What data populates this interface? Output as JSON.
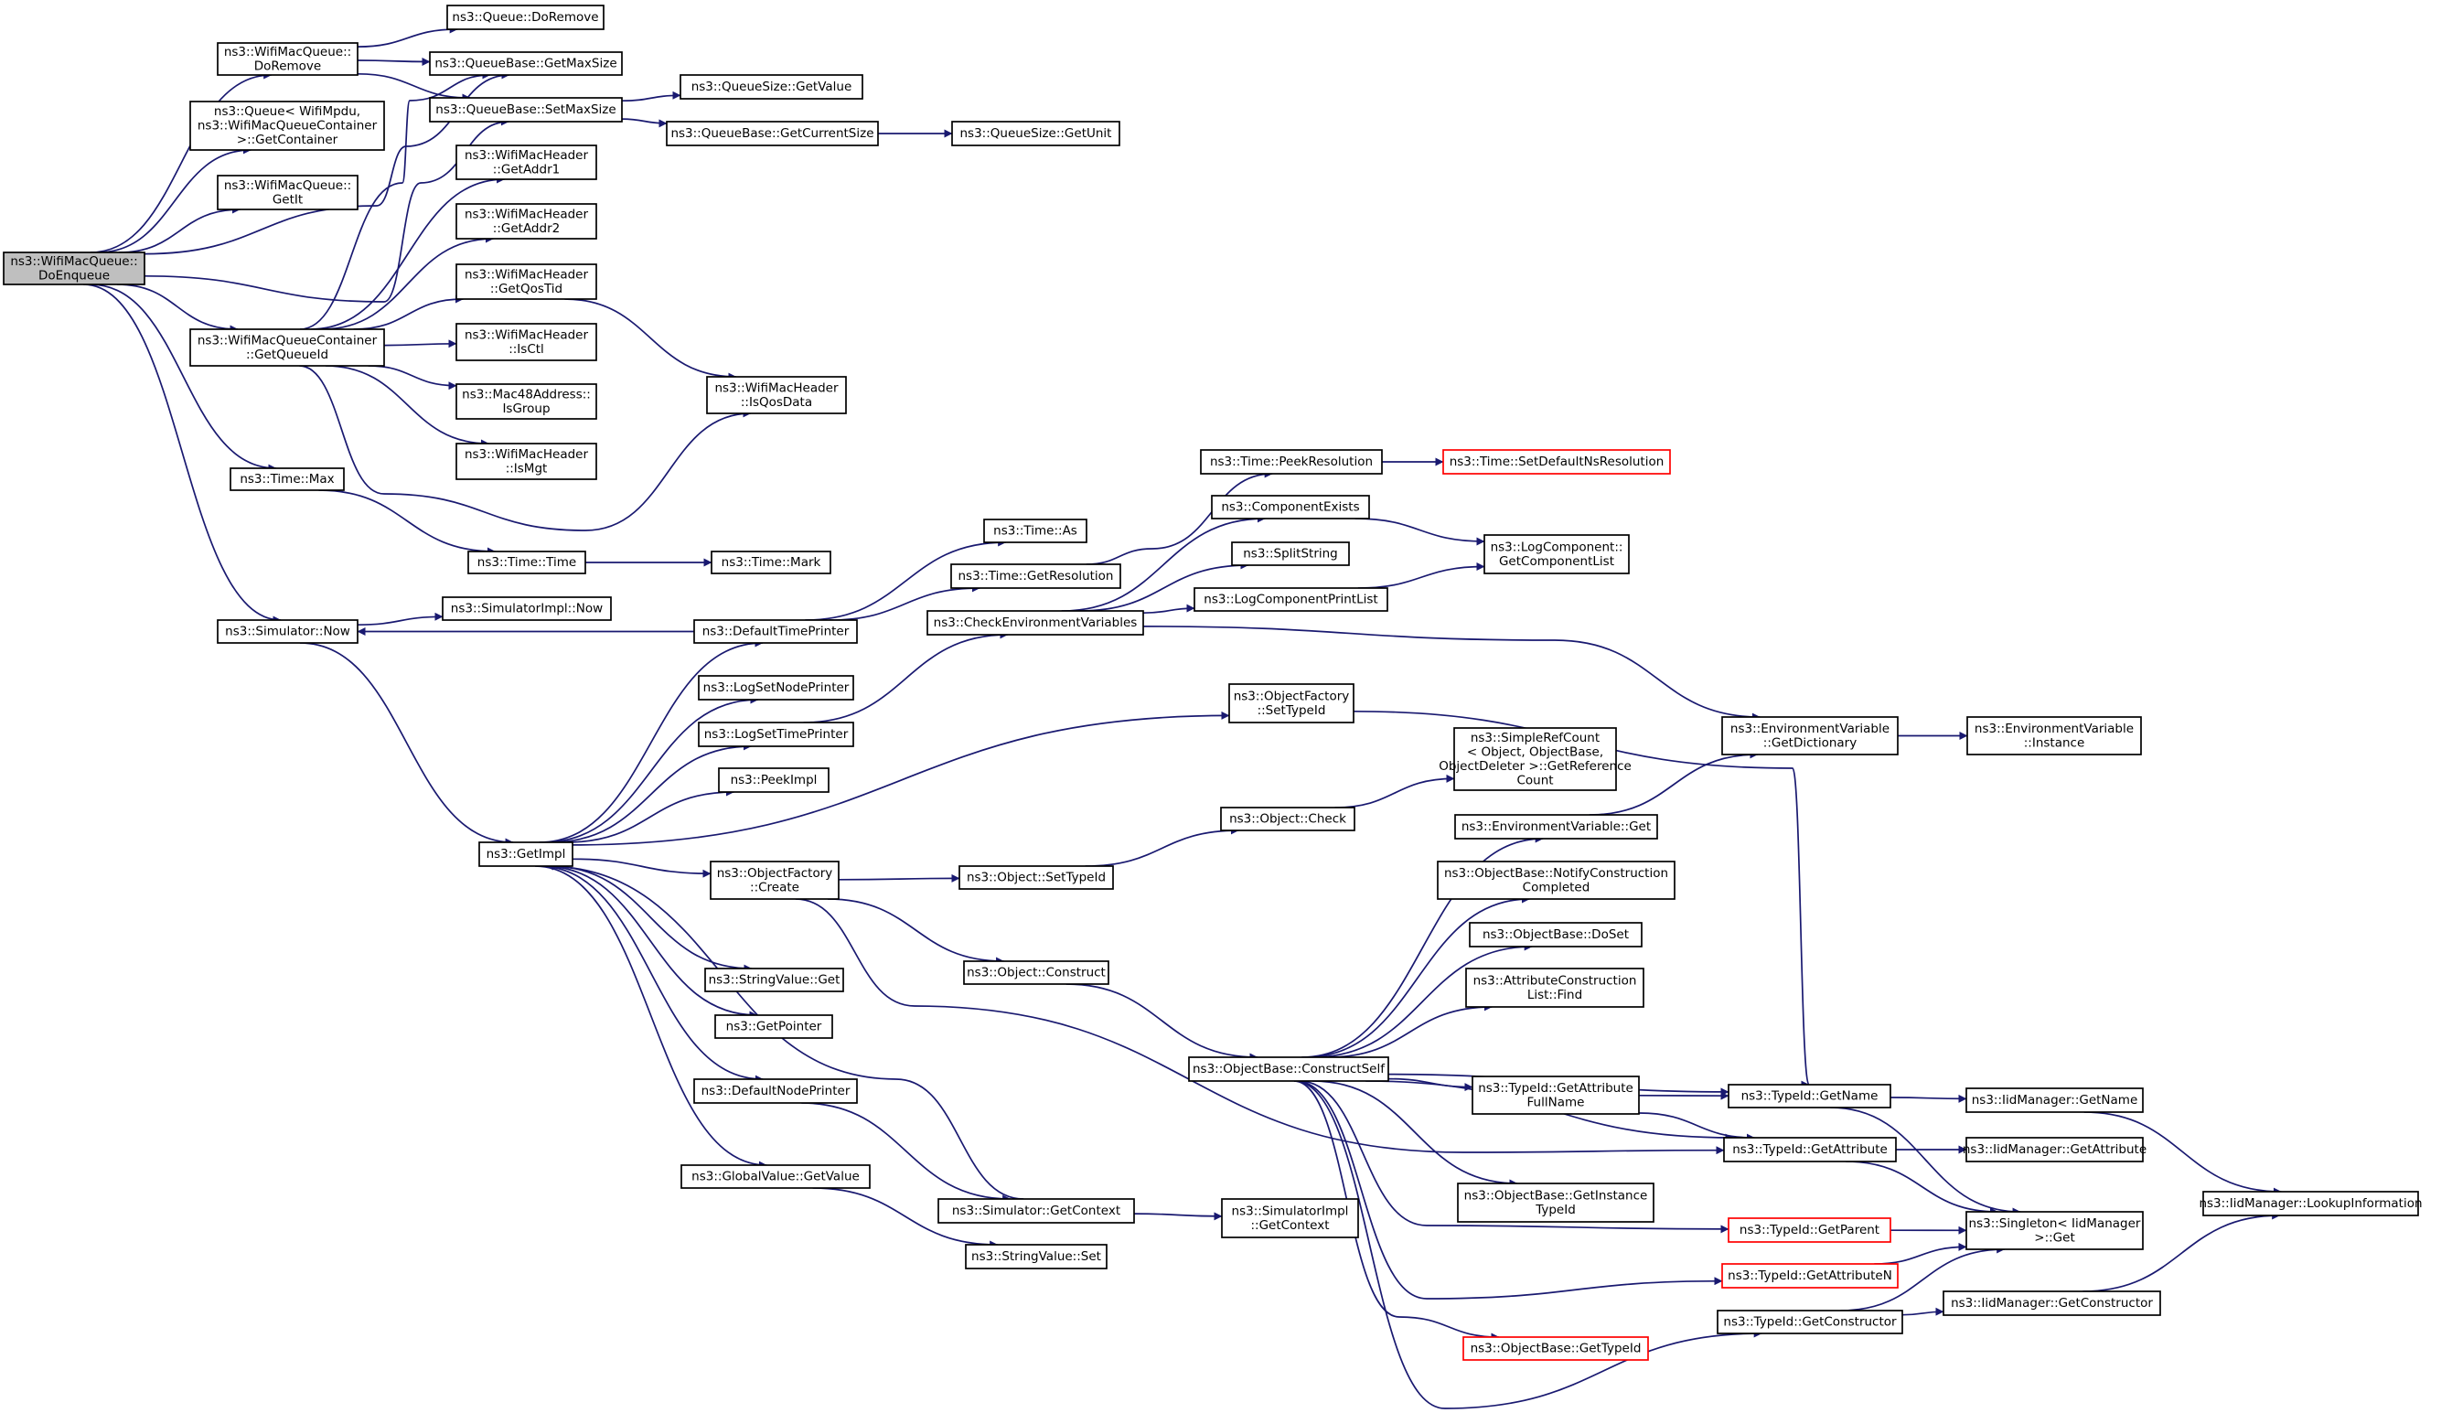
{
  "colors": {
    "edge": "#191970",
    "node_border": "#000000",
    "root_fill": "#bfbfbf",
    "missing_border": "#ff0000"
  },
  "nodes": {
    "root": [
      "ns3::WifiMacQueue::",
      "DoEnqueue"
    ],
    "wmq_doremove": [
      "ns3::WifiMacQueue::",
      "DoRemove"
    ],
    "queue_getcontainer": [
      "ns3::Queue< WifiMpdu,",
      "ns3::WifiMacQueueContainer",
      ">::GetContainer"
    ],
    "wmq_getit": [
      "ns3::WifiMacQueue::",
      "GetIt"
    ],
    "wmqc_getqueueid": [
      "ns3::WifiMacQueueContainer",
      "::GetQueueId"
    ],
    "time_max": [
      "ns3::Time::Max"
    ],
    "sim_now": [
      "ns3::Simulator::Now"
    ],
    "queue_doremove": [
      "ns3::Queue::DoRemove"
    ],
    "qb_getmaxsize": [
      "ns3::QueueBase::GetMaxSize"
    ],
    "qb_setmaxsize": [
      "ns3::QueueBase::SetMaxSize"
    ],
    "qs_getvalue": [
      "ns3::QueueSize::GetValue"
    ],
    "qb_getcurrentsize": [
      "ns3::QueueBase::GetCurrentSize"
    ],
    "qs_getunit": [
      "ns3::QueueSize::GetUnit"
    ],
    "wmh_getaddr1": [
      "ns3::WifiMacHeader",
      "::GetAddr1"
    ],
    "wmh_getaddr2": [
      "ns3::WifiMacHeader",
      "::GetAddr2"
    ],
    "wmh_getqostid": [
      "ns3::WifiMacHeader",
      "::GetQosTid"
    ],
    "wmh_isctl": [
      "ns3::WifiMacHeader",
      "::IsCtl"
    ],
    "mac48_isgroup": [
      "ns3::Mac48Address::",
      "IsGroup"
    ],
    "wmh_ismgt": [
      "ns3::WifiMacHeader",
      "::IsMgt"
    ],
    "wmh_isqosdata": [
      "ns3::WifiMacHeader",
      "::IsQosData"
    ],
    "time_time": [
      "ns3::Time::Time"
    ],
    "time_mark": [
      "ns3::Time::Mark"
    ],
    "simimpl_now": [
      "ns3::SimulatorImpl::Now"
    ],
    "default_time_printer": [
      "ns3::DefaultTimePrinter"
    ],
    "time_as": [
      "ns3::Time::As"
    ],
    "time_getresolution": [
      "ns3::Time::GetResolution"
    ],
    "time_peekresolution": [
      "ns3::Time::PeekResolution"
    ],
    "time_setdefaultns": [
      "ns3::Time::SetDefaultNsResolution"
    ],
    "component_exists": [
      "ns3::ComponentExists"
    ],
    "split_string": [
      "ns3::SplitString"
    ],
    "log_getcomponentlist": [
      "ns3::LogComponent::",
      "GetComponentList"
    ],
    "log_componentprintlist": [
      "ns3::LogComponentPrintList"
    ],
    "check_env_vars": [
      "ns3::CheckEnvironmentVariables"
    ],
    "log_setnodeprinter": [
      "ns3::LogSetNodePrinter"
    ],
    "log_settimeprinter": [
      "ns3::LogSetTimePrinter"
    ],
    "peekimpl": [
      "ns3::PeekImpl"
    ],
    "getimpl": [
      "ns3::GetImpl"
    ],
    "of_settypeid": [
      "ns3::ObjectFactory",
      "::SetTypeId"
    ],
    "of_create": [
      "ns3::ObjectFactory",
      "::Create"
    ],
    "envvar_getdictionary": [
      "ns3::EnvironmentVariable",
      "::GetDictionary"
    ],
    "envvar_instance": [
      "ns3::EnvironmentVariable",
      "::Instance"
    ],
    "simplerefcount": [
      "ns3::SimpleRefCount",
      "< Object, ObjectBase,",
      "ObjectDeleter >::GetReference",
      "Count"
    ],
    "object_check": [
      "ns3::Object::Check"
    ],
    "object_settypeid": [
      "ns3::Object::SetTypeId"
    ],
    "envvar_get": [
      "ns3::EnvironmentVariable::Get"
    ],
    "ob_notifyconstruction": [
      "ns3::ObjectBase::NotifyConstruction",
      "Completed"
    ],
    "ob_doset": [
      "ns3::ObjectBase::DoSet"
    ],
    "attrconstr_find": [
      "ns3::AttributeConstruction",
      "List::Find"
    ],
    "object_construct": [
      "ns3::Object::Construct"
    ],
    "stringvalue_get": [
      "ns3::StringValue::Get"
    ],
    "getpointer": [
      "ns3::GetPointer"
    ],
    "default_node_printer": [
      "ns3::DefaultNodePrinter"
    ],
    "ob_constructself": [
      "ns3::ObjectBase::ConstructSelf"
    ],
    "typeid_getattrfullname": [
      "ns3::TypeId::GetAttribute",
      "FullName"
    ],
    "typeid_getname": [
      "ns3::TypeId::GetName"
    ],
    "iid_getname": [
      "ns3::IidManager::GetName"
    ],
    "typeid_getattribute": [
      "ns3::TypeId::GetAttribute"
    ],
    "iid_getattribute": [
      "ns3::IidManager::GetAttribute"
    ],
    "iid_lookupinfo": [
      "ns3::IidManager::LookupInformation"
    ],
    "globalvalue_getvalue": [
      "ns3::GlobalValue::GetValue"
    ],
    "sim_getcontext": [
      "ns3::Simulator::GetContext"
    ],
    "simimpl_getcontext": [
      "ns3::SimulatorImpl",
      "::GetContext"
    ],
    "ob_getinstancetypeid": [
      "ns3::ObjectBase::GetInstance",
      "TypeId"
    ],
    "typeid_getparent": [
      "ns3::TypeId::GetParent"
    ],
    "singleton_get": [
      "ns3::Singleton< IidManager",
      ">::Get"
    ],
    "stringvalue_set": [
      "ns3::StringValue::Set"
    ],
    "typeid_getattributen": [
      "ns3::TypeId::GetAttributeN"
    ],
    "typeid_getconstructor": [
      "ns3::TypeId::GetConstructor"
    ],
    "iid_getconstructor": [
      "ns3::IidManager::GetConstructor"
    ],
    "ob_gettypeid": [
      "ns3::ObjectBase::GetTypeId"
    ]
  }
}
